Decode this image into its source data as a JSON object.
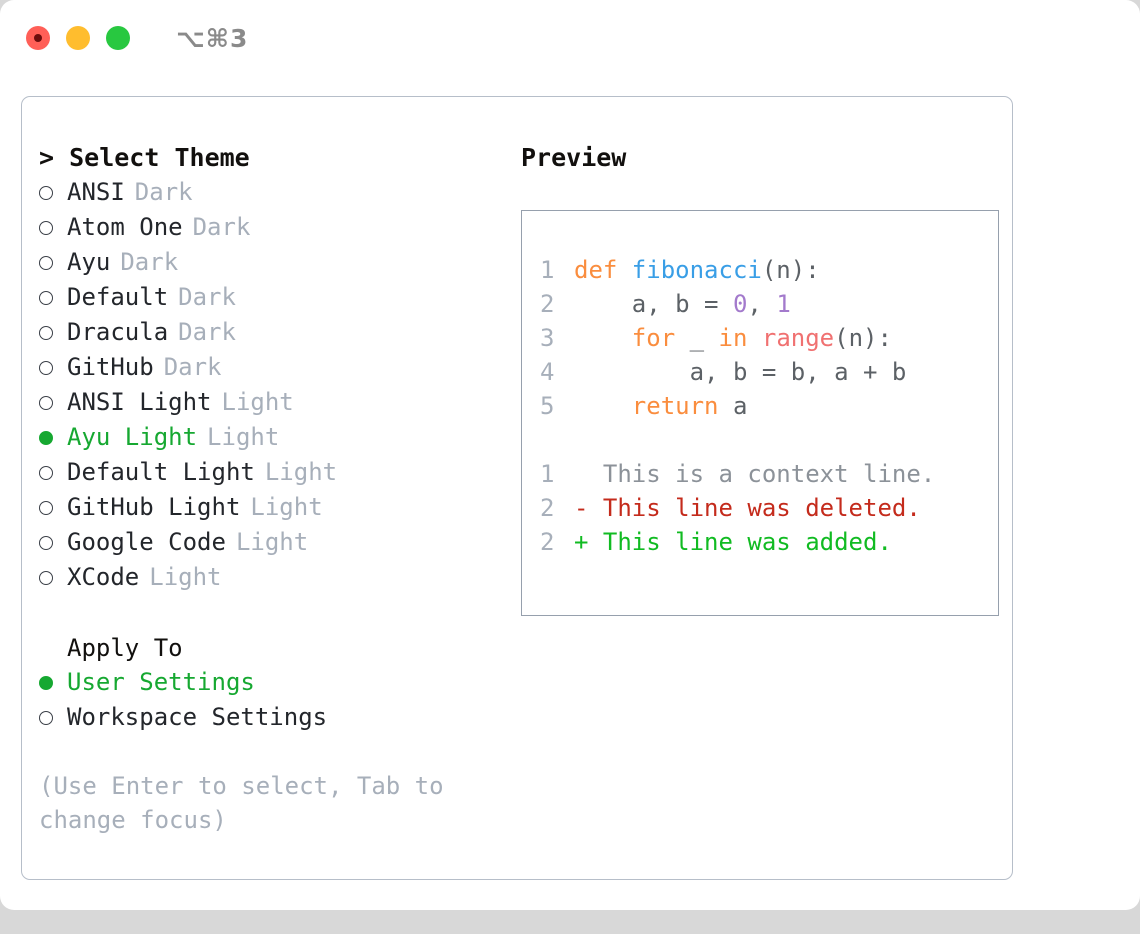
{
  "titlebar": {
    "shortcut": "⌥⌘3",
    "buttons": [
      "close",
      "minimize",
      "maximize"
    ]
  },
  "left": {
    "header": "> Select Theme",
    "themes": [
      {
        "marker": "○",
        "name": "ANSI",
        "variant": "Dark",
        "selected": false
      },
      {
        "marker": "○",
        "name": "Atom One",
        "variant": "Dark",
        "selected": false
      },
      {
        "marker": "○",
        "name": "Ayu",
        "variant": "Dark",
        "selected": false
      },
      {
        "marker": "○",
        "name": "Default",
        "variant": "Dark",
        "selected": false
      },
      {
        "marker": "○",
        "name": "Dracula",
        "variant": "Dark",
        "selected": false
      },
      {
        "marker": "○",
        "name": "GitHub",
        "variant": "Dark",
        "selected": false
      },
      {
        "marker": "○",
        "name": "ANSI Light",
        "variant": "Light",
        "selected": false
      },
      {
        "marker": "●",
        "name": "Ayu Light",
        "variant": "Light",
        "selected": true
      },
      {
        "marker": "○",
        "name": "Default Light",
        "variant": "Light",
        "selected": false
      },
      {
        "marker": "○",
        "name": "GitHub Light",
        "variant": "Light",
        "selected": false
      },
      {
        "marker": "○",
        "name": "Google Code",
        "variant": "Light",
        "selected": false
      },
      {
        "marker": "○",
        "name": "XCode",
        "variant": "Light",
        "selected": false
      }
    ],
    "apply_to": {
      "header": "Apply To",
      "options": [
        {
          "marker": "●",
          "label": "User Settings",
          "selected": true
        },
        {
          "marker": "○",
          "label": "Workspace Settings",
          "selected": false
        }
      ]
    },
    "hint": "(Use Enter to select, Tab to change focus)"
  },
  "right": {
    "title": "Preview",
    "code": [
      {
        "num": "1",
        "tokens": [
          {
            "t": "def ",
            "c": "kw"
          },
          {
            "t": "fibonacci",
            "c": "fn"
          },
          {
            "t": "(n):",
            "c": "punct"
          }
        ]
      },
      {
        "num": "2",
        "tokens": [
          {
            "t": "    a, b = ",
            "c": "punct"
          },
          {
            "t": "0",
            "c": "num"
          },
          {
            "t": ", ",
            "c": "punct"
          },
          {
            "t": "1",
            "c": "num"
          }
        ]
      },
      {
        "num": "3",
        "tokens": [
          {
            "t": "    ",
            "c": "punct"
          },
          {
            "t": "for",
            "c": "kw"
          },
          {
            "t": " _ ",
            "c": "punct"
          },
          {
            "t": "in",
            "c": "kw"
          },
          {
            "t": " ",
            "c": "punct"
          },
          {
            "t": "range",
            "c": "bi"
          },
          {
            "t": "(n):",
            "c": "punct"
          }
        ]
      },
      {
        "num": "4",
        "tokens": [
          {
            "t": "        a, b = b, a + b",
            "c": "punct"
          }
        ]
      },
      {
        "num": "5",
        "tokens": [
          {
            "t": "    ",
            "c": "punct"
          },
          {
            "t": "return",
            "c": "kw"
          },
          {
            "t": " a",
            "c": "punct"
          }
        ]
      }
    ],
    "diff": [
      {
        "num": "1",
        "sign": "  ",
        "text": "This is a context line.",
        "kind": "ctx"
      },
      {
        "num": "2",
        "sign": "- ",
        "text": "This line was deleted.",
        "kind": "del"
      },
      {
        "num": "2",
        "sign": "+ ",
        "text": "This line was added.",
        "kind": "add"
      }
    ]
  },
  "colors": {
    "selected": "#16a831",
    "muted": "#a7afba",
    "keyword": "#FA8D3E",
    "function": "#399EE6",
    "number": "#A37ACC",
    "builtin": "#F07171",
    "diff_add": "#11bb22",
    "diff_del": "#c42b1c"
  }
}
